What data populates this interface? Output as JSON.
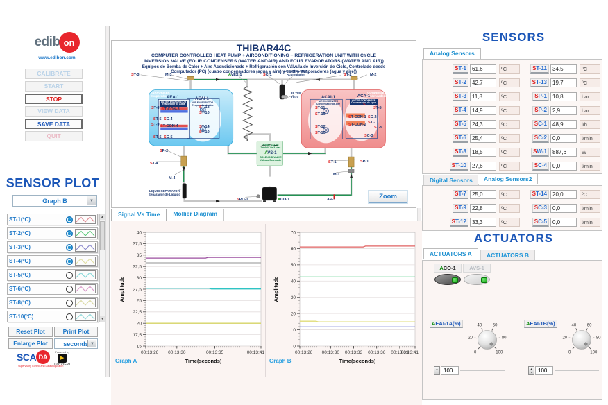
{
  "branding": {
    "logo_prefix": "edib",
    "logo_suffix": "on",
    "website": "www.edibon.com"
  },
  "icons": {
    "dropdown_arrow": "▼",
    "spinner_up": "▲",
    "spinner_down": "▼",
    "scroll_up": "▲",
    "scroll_down": "▼",
    "play": "▶"
  },
  "control_buttons": [
    {
      "id": "calibrate",
      "label": "CALIBRATE",
      "style": "disabled-blue"
    },
    {
      "id": "start",
      "label": "START",
      "style": "disabled-blue"
    },
    {
      "id": "stop",
      "label": "STOP",
      "style": "active-red"
    },
    {
      "id": "view-data",
      "label": "VIEW DATA",
      "style": "disabled-blue"
    },
    {
      "id": "save-data",
      "label": "SAVE DATA",
      "style": "active-blue"
    },
    {
      "id": "quit",
      "label": "QUIT",
      "style": "disabled-red"
    }
  ],
  "sensor_plot": {
    "title": "SENSOR PLOT",
    "graph_selector": "Graph B",
    "rows": [
      {
        "label": "ST-1(ºC)",
        "selected": true,
        "color": "#e08890"
      },
      {
        "label": "ST-2(ºC)",
        "selected": true,
        "color": "#58c878"
      },
      {
        "label": "ST-3(ºC)",
        "selected": true,
        "color": "#8886cc"
      },
      {
        "label": "ST-4(ºC)",
        "selected": true,
        "color": "#e0dfa2"
      },
      {
        "label": "ST-5(ºC)",
        "selected": false,
        "color": "#84d8d8"
      },
      {
        "label": "ST-6(ºC)",
        "selected": false,
        "color": "#d898c8"
      },
      {
        "label": "ST-8(ºC)",
        "selected": false,
        "color": "#d8d8a0"
      },
      {
        "label": "ST-10(ºC)",
        "selected": false,
        "color": "#8ed8d8"
      }
    ],
    "reset_button": "Reset Plot",
    "print_button": "Print Plot",
    "enlarge_button": "Enlarge Plot",
    "time_unit": "seconds"
  },
  "scada": {
    "prefix": "SCA",
    "circle": "DA",
    "tagline": "Supervisory Control and Data Acquisition",
    "powered": "Powered by",
    "labview": "LabVIEW"
  },
  "diagram": {
    "title": "THIBAR44C",
    "subtitle1": "COMPUTER CONTROLLED HEAT PUMP + AIRCONDITIONING + REFRIGERATION UNIT WITH CYCLE",
    "subtitle2": "INVERSION VALVE (FOUR CONDENSERS (WATER ANDAIR) AND FOUR EVAPORATORS (WATER AND AIR))",
    "subtitle_es1": "Equipos de Bomba de Calor + Aire Acondicionado + Refrigeración con Válvula de Inversión de Ciclo, Controlado desde",
    "subtitle_es2": "Computador (PC) (cuatro condensadores (agua y aire) y cuatro evaporadores (agua y aire))",
    "zoom_button": "Zoom",
    "labels": [
      {
        "id": "st3",
        "text": "ST-3"
      },
      {
        "id": "m3",
        "text": "M-3"
      },
      {
        "id": "avex1",
        "text": "AVEX-1"
      },
      {
        "id": "sc1",
        "text": "SC-1"
      },
      {
        "id": "accumulator",
        "text": "ACCUMULATER\nAcumulador"
      },
      {
        "id": "st2",
        "text": "ST-2"
      },
      {
        "id": "m2",
        "text": "M-2"
      },
      {
        "id": "filter",
        "text": "FILTER\nFiltro"
      },
      {
        "id": "evaporizer-header",
        "text": "EVAPORIZER\nEvaporador"
      },
      {
        "id": "aea1",
        "text": "AEA-1"
      },
      {
        "id": "water-evaporator",
        "text": "WATER EVAPORATOR\nEvaporador de Agua"
      },
      {
        "id": "aeai1",
        "text": "AEAI-1"
      },
      {
        "id": "air-evaporator",
        "text": "AIR EVAPORATOR\nEvaporador de Aire"
      },
      {
        "id": "st8",
        "text": "ST-8"
      },
      {
        "id": "stcon3",
        "text": "ST-CON-3"
      },
      {
        "id": "st5a",
        "text": "ST-5"
      },
      {
        "id": "sc4",
        "text": "SC-4"
      },
      {
        "id": "st9",
        "text": "ST-9"
      },
      {
        "id": "stcon4",
        "text": "ST-CON-4"
      },
      {
        "id": "st5b",
        "text": "ST-5"
      },
      {
        "id": "sc5",
        "text": "SC-5"
      },
      {
        "id": "st13",
        "text": "ST-13"
      },
      {
        "id": "st10a",
        "text": "ST-10"
      },
      {
        "id": "st14",
        "text": "ST-14"
      },
      {
        "id": "st10b",
        "text": "ST-10"
      },
      {
        "id": "condenser-header",
        "text": "CONDENSER\nCondensadores"
      },
      {
        "id": "acai1",
        "text": "ACAI-1"
      },
      {
        "id": "air-condenser",
        "text": "AIR CONDENSER\nCondensador de Aire"
      },
      {
        "id": "aca1",
        "text": "ACA-1"
      },
      {
        "id": "water-condenser",
        "text": "WATER CONDENSER\nCondensador de Agua"
      },
      {
        "id": "st11",
        "text": "ST-11"
      },
      {
        "id": "st10c",
        "text": "ST-10"
      },
      {
        "id": "st12",
        "text": "ST-12"
      },
      {
        "id": "st10d",
        "text": "ST-10"
      },
      {
        "id": "st6",
        "text": "ST-6"
      },
      {
        "id": "st5c",
        "text": "ST-5"
      },
      {
        "id": "stcon1",
        "text": "ST-CON-1"
      },
      {
        "id": "sc2",
        "text": "SC-2"
      },
      {
        "id": "stcon2",
        "text": "ST-CON-2"
      },
      {
        "id": "st7",
        "text": "ST-7"
      },
      {
        "id": "st5d",
        "text": "ST-5"
      },
      {
        "id": "sc3",
        "text": "SC-3"
      },
      {
        "id": "sp2",
        "text": "SP-2"
      },
      {
        "id": "st4",
        "text": "ST-4"
      },
      {
        "id": "m4",
        "text": "M-4"
      },
      {
        "id": "liquid-separator",
        "text": "LIQUID SEPARATOR\nSeparador de Líquido"
      },
      {
        "id": "valve4-top",
        "text": "4 WAY VALVE\nVálvula de 4 vías"
      },
      {
        "id": "avs1",
        "text": "AVS-1"
      },
      {
        "id": "valve4-bottom",
        "text": "SOLENOID VALVE\nVálvula Solenoide"
      },
      {
        "id": "spo1",
        "text": "SPO-1"
      },
      {
        "id": "aco1",
        "text": "ACO-1"
      },
      {
        "id": "ap1",
        "text": "AP-1"
      },
      {
        "id": "st1",
        "text": "ST-1"
      },
      {
        "id": "sp1",
        "text": "SP-1"
      },
      {
        "id": "m1",
        "text": "M-1"
      }
    ]
  },
  "chart_tabs": {
    "active": "Signal Vs Time",
    "inactive": "Mollier Diagram"
  },
  "chart_data": [
    {
      "type": "line",
      "graph_label": "Graph A",
      "ylabel": "Amplitude",
      "xlabel": "Time(seconds)",
      "ylim": [
        15,
        40
      ],
      "grid": true,
      "legend": "none",
      "yticks": [
        "40",
        "37,5",
        "35",
        "32,5",
        "30",
        "27,5",
        "25",
        "22,5",
        "20",
        "17,5",
        "15"
      ],
      "xticks": [
        {
          "f": 0,
          "label": "00:13:26"
        },
        {
          "f": 0.27,
          "label": "00:13:30"
        },
        {
          "f": 0.6,
          "label": "00:13:35"
        },
        {
          "f": 1,
          "label": "00:13:41"
        }
      ],
      "series": [
        {
          "name": "purple",
          "color": "#9b4f9f",
          "points": [
            [
              0,
              34.35
            ],
            [
              0.52,
              34.35
            ],
            [
              0.54,
              34.5
            ],
            [
              1,
              34.5
            ]
          ]
        },
        {
          "name": "gray",
          "color": "#a8a8a8",
          "points": [
            [
              0,
              33.3
            ],
            [
              1,
              33.3
            ]
          ]
        },
        {
          "name": "cyan",
          "color": "#2fc4c4",
          "points": [
            [
              0,
              27.7
            ],
            [
              0.55,
              27.7
            ],
            [
              0.57,
              27.55
            ],
            [
              1,
              27.55
            ]
          ]
        },
        {
          "name": "yellow",
          "color": "#d6d465",
          "points": [
            [
              0,
              20
            ],
            [
              1,
              20
            ]
          ]
        }
      ]
    },
    {
      "type": "line",
      "graph_label": "Graph B",
      "ylabel": "Amplitude",
      "xlabel": "Time(seconds)",
      "ylim": [
        0,
        70
      ],
      "grid": true,
      "legend": "none",
      "yticks": [
        "70",
        "60",
        "50",
        "40",
        "30",
        "20",
        "10",
        "0"
      ],
      "xticks": [
        {
          "f": 0,
          "label": "00:13:26"
        },
        {
          "f": 0.267,
          "label": "00:13:30"
        },
        {
          "f": 0.467,
          "label": "00:13:33"
        },
        {
          "f": 0.667,
          "label": "00:13:36"
        },
        {
          "f": 0.867,
          "label": "00:13:39"
        },
        {
          "f": 1,
          "label": "00:13:41"
        }
      ],
      "series": [
        {
          "name": "red",
          "color": "#e06060",
          "points": [
            [
              0,
              61
            ],
            [
              0.55,
              61
            ],
            [
              0.57,
              61.5
            ],
            [
              1,
              61.5
            ]
          ]
        },
        {
          "name": "green",
          "color": "#40c878",
          "points": [
            [
              0,
              42.5
            ],
            [
              1,
              42.5
            ]
          ]
        },
        {
          "name": "yellow",
          "color": "#e0dc78",
          "points": [
            [
              0,
              15.3
            ],
            [
              0.14,
              15.3
            ],
            [
              0.16,
              14.9
            ],
            [
              1,
              14.9
            ]
          ]
        },
        {
          "name": "blue",
          "color": "#5058c8",
          "points": [
            [
              0,
              11.8
            ],
            [
              1,
              11.8
            ]
          ]
        }
      ]
    }
  ],
  "sensors_panel": {
    "title": "SENSORS",
    "analog_tab": "Analog Sensors",
    "analog": {
      "left": [
        [
          "ST-1",
          "61,6",
          "ºC"
        ],
        [
          "ST-2",
          "42,7",
          "ºC"
        ],
        [
          "ST-3",
          "11,8",
          "ºC"
        ],
        [
          "ST-4",
          "14,9",
          "ºC"
        ],
        [
          "ST-5",
          "24,3",
          "ºC"
        ],
        [
          "ST-6",
          "25,4",
          "ºC"
        ],
        [
          "ST-8",
          "18,5",
          "ºC"
        ],
        [
          "ST-10",
          "27,6",
          "ºC"
        ]
      ],
      "right": [
        [
          "ST-11",
          "34,5",
          "ºC"
        ],
        [
          "ST-13",
          "19,7",
          "ºC"
        ],
        [
          "SP-1",
          "10,8",
          "bar"
        ],
        [
          "SP-2",
          "2,9",
          "bar"
        ],
        [
          "SC-1",
          "48,9",
          "l/h"
        ],
        [
          "SC-2",
          "0,0",
          "l/min"
        ],
        [
          "SW-1",
          "887,6",
          "W"
        ],
        [
          "SC-4",
          "0,0",
          "l/min"
        ]
      ]
    },
    "tab2_inactive": "Digital Sensors",
    "tab2_active": "Analog Sensors2",
    "analog2": {
      "left": [
        [
          "ST-7",
          "25,0",
          "ºC"
        ],
        [
          "ST-9",
          "22,8",
          "ºC"
        ],
        [
          "ST-12",
          "33,3",
          "ºC"
        ]
      ],
      "right": [
        [
          "ST-14",
          "20,0",
          "ºC"
        ],
        [
          "SC-3",
          "0,0",
          "l/min"
        ],
        [
          "SC-5",
          "0,0",
          "l/min"
        ]
      ]
    }
  },
  "actuators_panel": {
    "title": "ACTUATORS",
    "tab_active": "ACTUATORS A",
    "tab_inactive": "ACTUATORS B",
    "toggles": [
      {
        "label": "ACO-1",
        "on": true,
        "dark": true
      },
      {
        "label": "AVS-1",
        "on": true,
        "dark": false
      }
    ],
    "knobs": [
      {
        "label": "AEAI-1A(%)",
        "scale": [
          "0",
          "20",
          "40",
          "60",
          "80",
          "100"
        ],
        "value": "100"
      },
      {
        "label": "AEAI-1B(%)",
        "scale": [
          "0",
          "20",
          "40",
          "60",
          "80",
          "100"
        ],
        "value": "100"
      }
    ]
  }
}
